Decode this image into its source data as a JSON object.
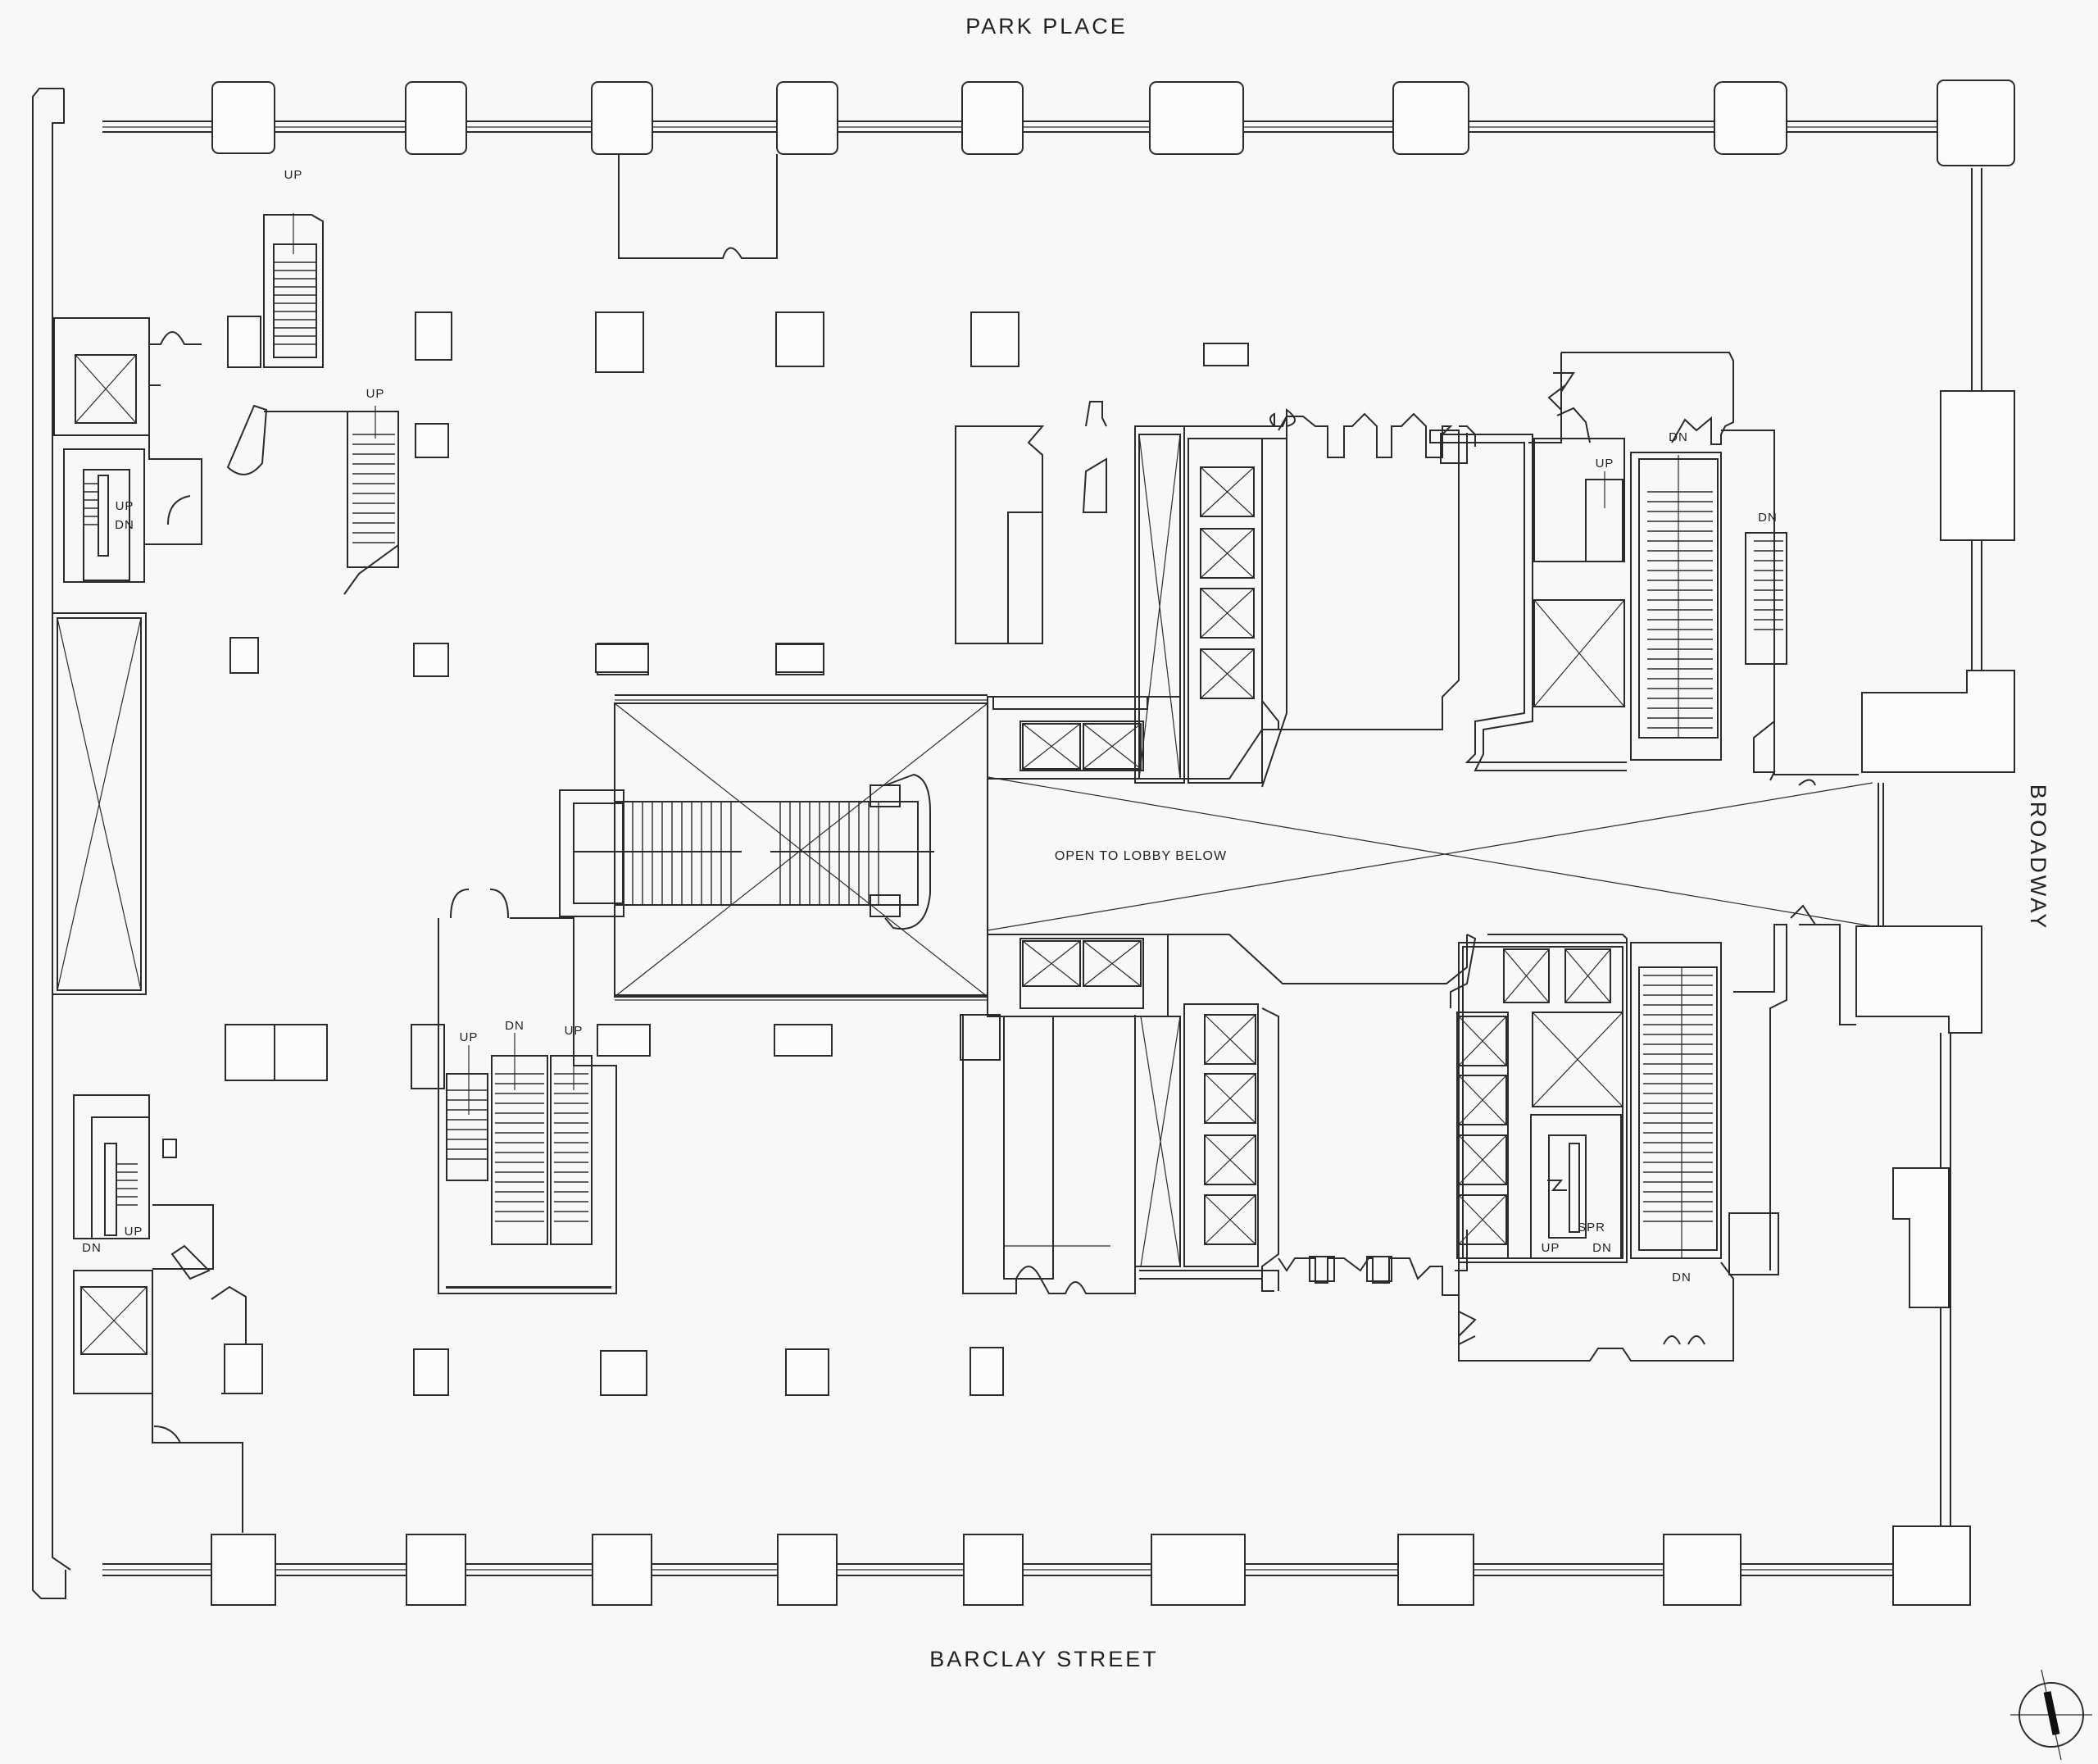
{
  "streets": {
    "north": "PARK PLACE",
    "south": "BARCLAY STREET",
    "east": "BROADWAY"
  },
  "atrium_label": "OPEN TO LOBBY BELOW",
  "stair_labels": {
    "nw_stair_up": "UP",
    "n_stair_up": "UP",
    "w_core_up": "UP",
    "w_core_dn": "DN",
    "sw_core_dn": "DN",
    "sw_core_up": "UP",
    "esc_left_up": "UP",
    "esc_mid_dn": "DN",
    "esc_right_up": "UP",
    "ne_stair_up": "UP",
    "ne_stair_dn": "DN",
    "ne_small_dn": "DN",
    "se_stair_up": "UP",
    "se_stair_dn": "DN",
    "se_spr": "SPR",
    "se_long_dn": "DN"
  },
  "icons": {
    "north_arrow": "north-arrow-icon"
  },
  "colors": {
    "background": "#f8f8f7",
    "line": "#2b2b2b"
  }
}
